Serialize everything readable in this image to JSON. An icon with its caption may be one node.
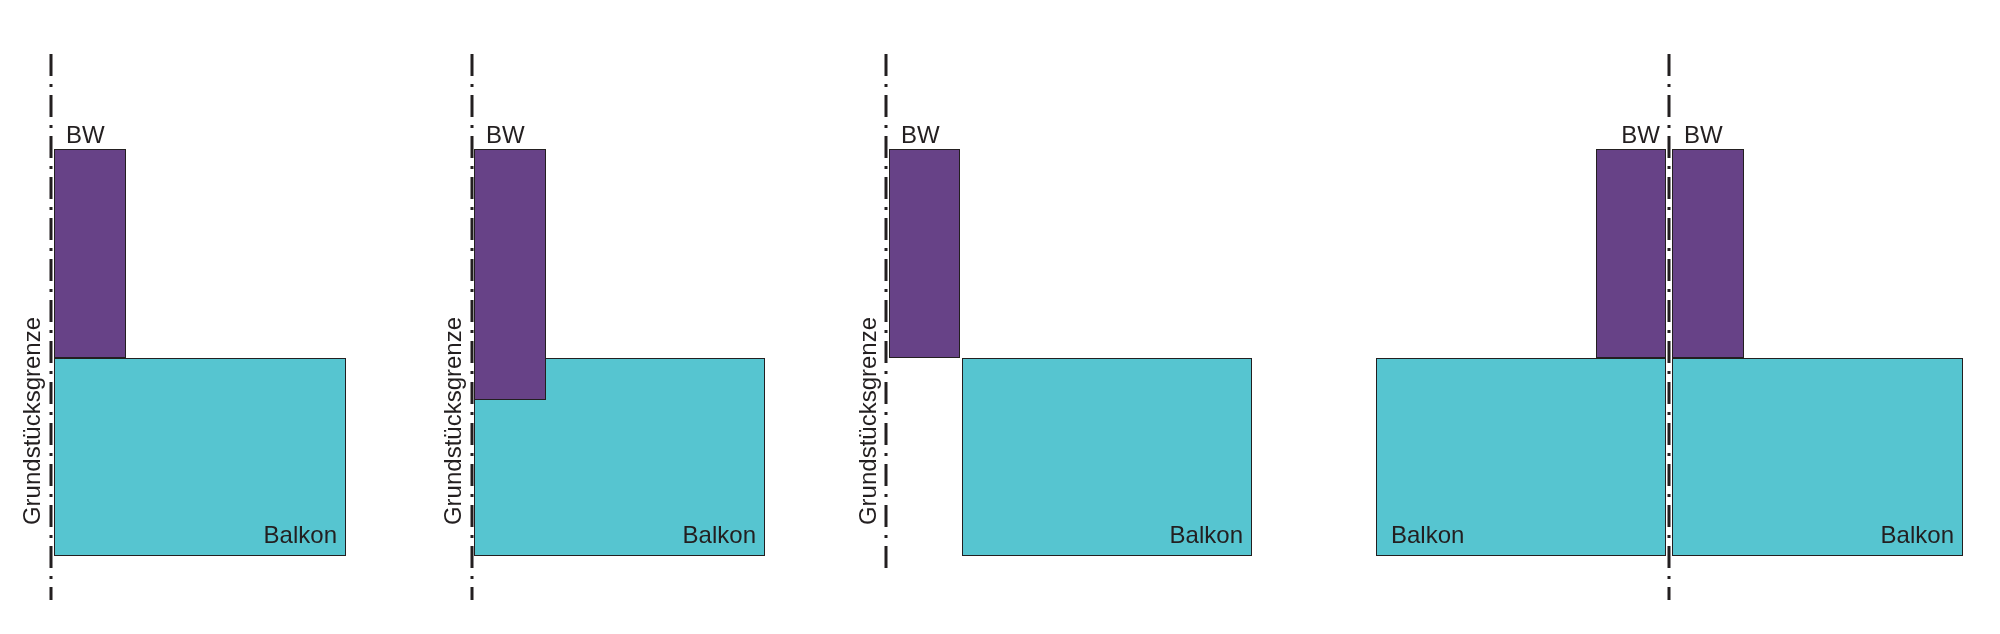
{
  "diagram": {
    "nodes": [
      {
        "text": [
          "BW"
        ]
      },
      {
        "text": [
          "Balkon"
        ]
      },
      {
        "text": [
          "BW"
        ]
      },
      {
        "text": [
          "Balkon"
        ]
      },
      {
        "text": [
          "BW"
        ]
      },
      {
        "text": [
          "Balkon"
        ]
      },
      {
        "text": [
          "BW"
        ]
      },
      {
        "text": [
          "BW"
        ]
      },
      {
        "text": [
          "Balkon"
        ]
      },
      {
        "text": [
          "Balkon"
        ]
      }
    ],
    "labels": [
      "Grundstücksgrenze",
      "Grundstücksgrenze",
      "Grundstücksgrenze"
    ]
  }
}
